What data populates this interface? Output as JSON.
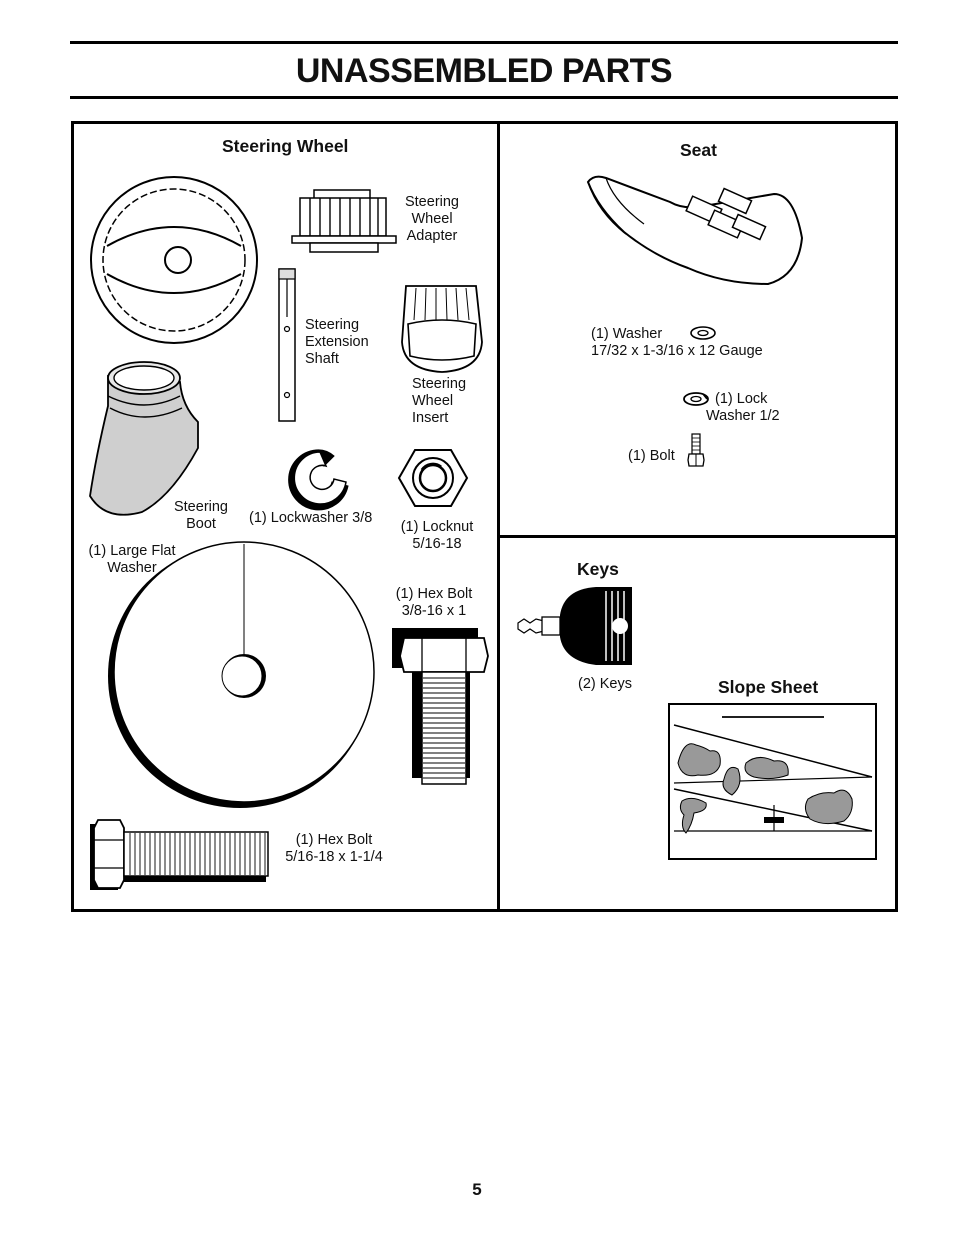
{
  "page": {
    "title": "UNASSEMBLED PARTS",
    "number": "5"
  },
  "steering": {
    "heading": "Steering Wheel",
    "adapter_label": [
      "Steering",
      "Wheel",
      "Adapter"
    ],
    "shaft_label": [
      "Steering",
      "Extension",
      "Shaft"
    ],
    "insert_label": [
      "Steering",
      "Wheel",
      "Insert"
    ],
    "boot_label": [
      "Steering",
      "Boot"
    ],
    "lockwasher_label": "(1) Lockwasher 3/8",
    "locknut_label": [
      "(1) Locknut",
      "5/16-18"
    ],
    "flat_washer_label": [
      "(1) Large Flat",
      "Washer"
    ],
    "hex_bolt_large_label": [
      "(1) Hex Bolt",
      "3/8-16 x 1"
    ],
    "hex_bolt_small_label": [
      "(1) Hex Bolt",
      "5/16-18 x 1-1/4"
    ]
  },
  "seat": {
    "heading": "Seat",
    "washer_label": [
      "(1) Washer",
      "17/32 x 1-3/16 x 12 Gauge"
    ],
    "lock_washer_label": [
      "(1) Lock",
      "Washer 1/2"
    ],
    "bolt_label": "(1) Bolt"
  },
  "keys": {
    "heading": "Keys",
    "keys_label": "(2) Keys"
  },
  "slope_sheet": {
    "heading": "Slope Sheet"
  }
}
